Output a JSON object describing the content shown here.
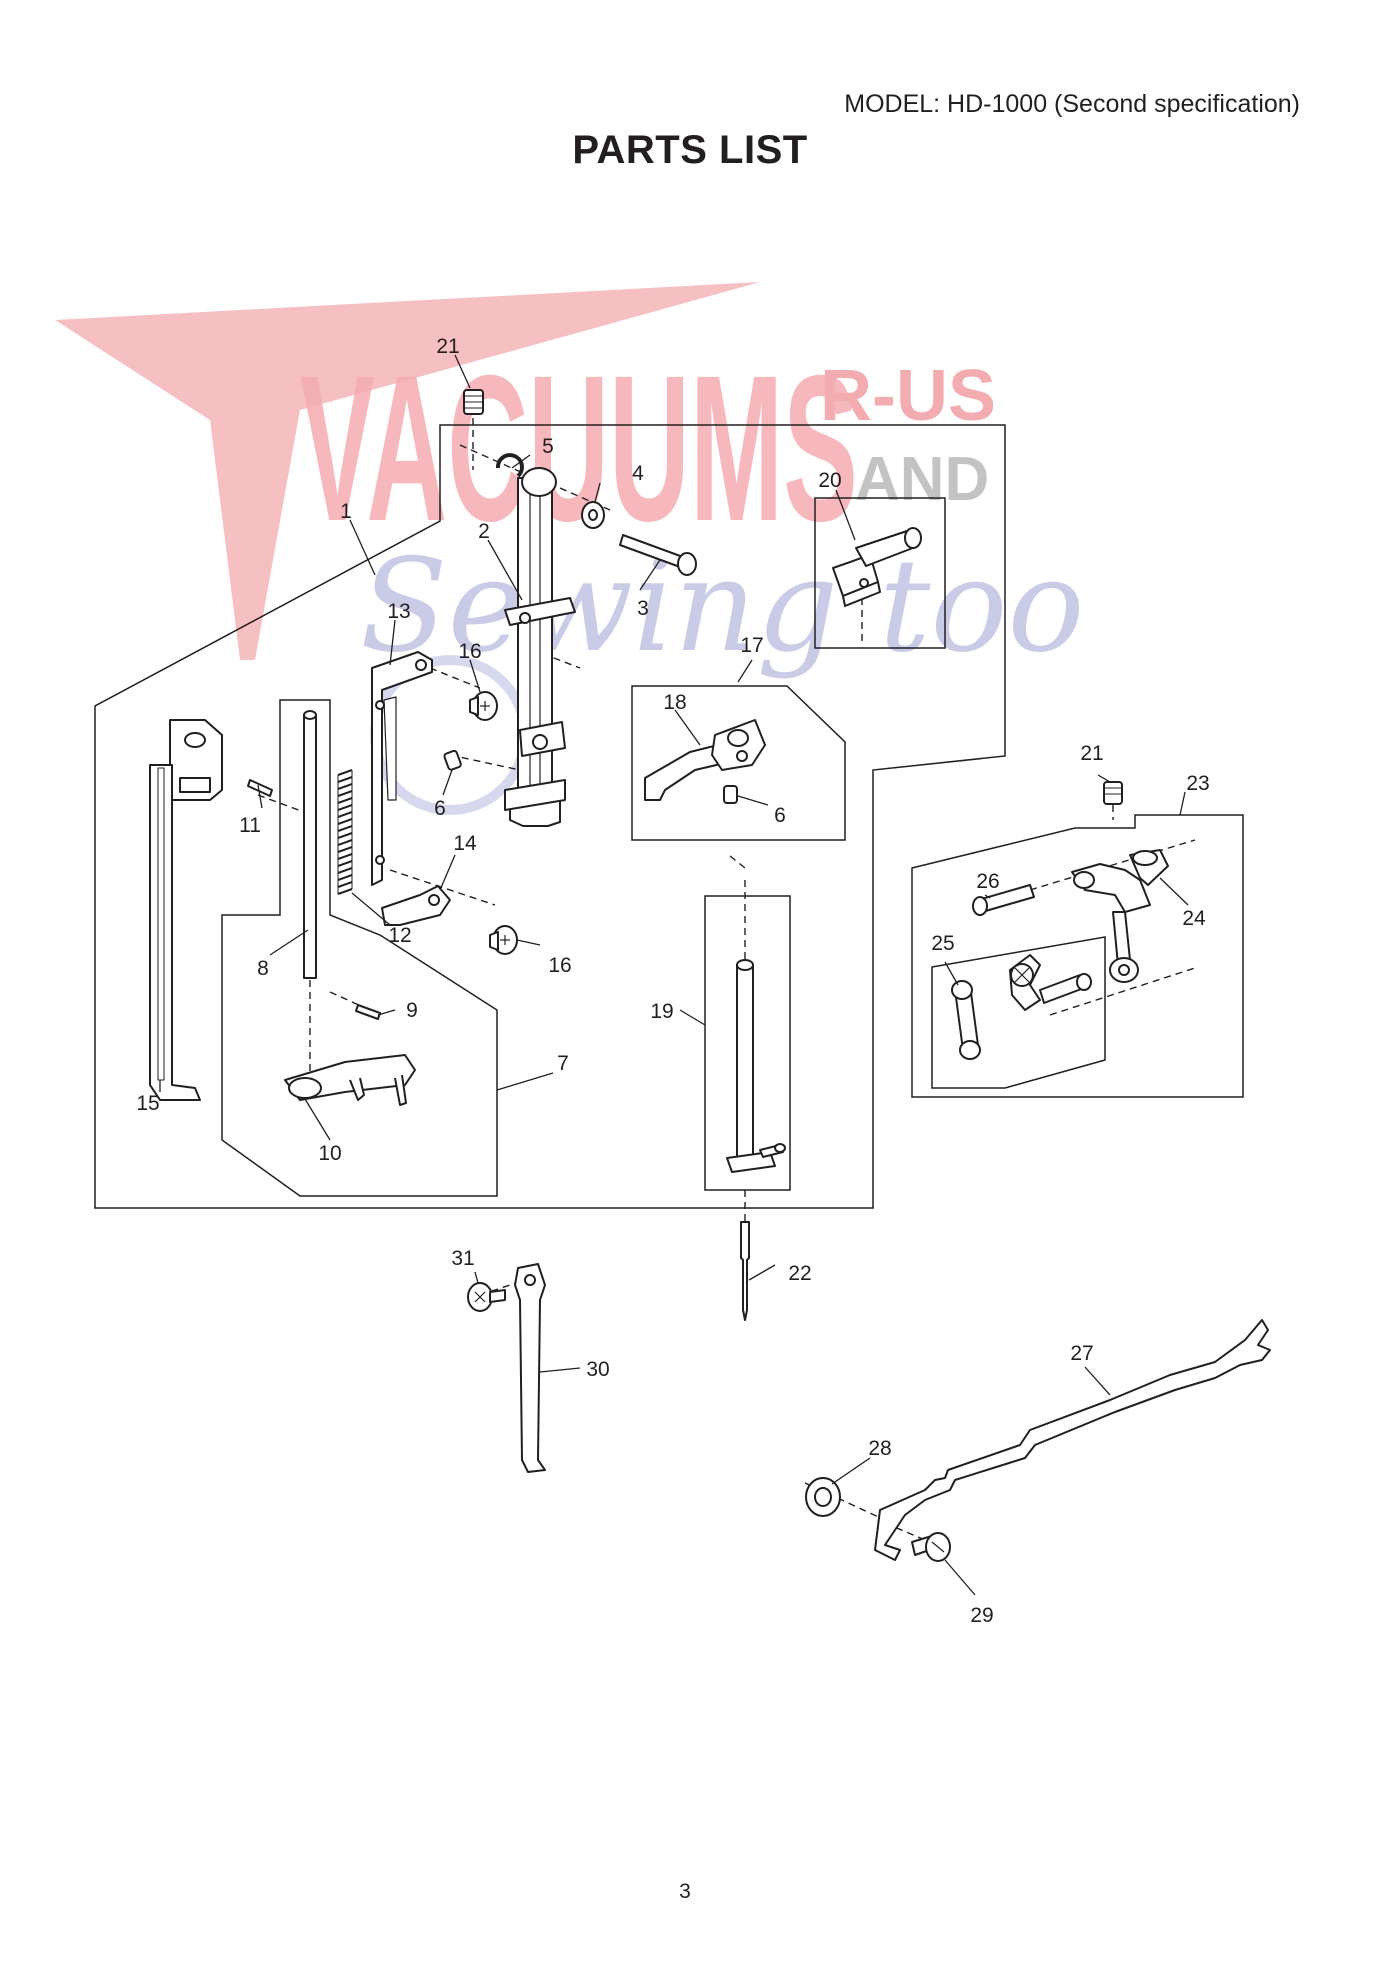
{
  "header": {
    "model": "MODEL: HD-1000 (Second specification)",
    "title": "PARTS LIST"
  },
  "watermark": {
    "line1": "VACUUMS",
    "line2": "R-US",
    "line3": "AND",
    "line4": "Sewing too",
    "colors": {
      "red": "#f2a3a8",
      "gray": "#b7b7b7",
      "blue": "#b9bde0"
    }
  },
  "callouts": [
    "21",
    "5",
    "4",
    "20",
    "1",
    "2",
    "3",
    "13",
    "16",
    "17",
    "18",
    "6",
    "11",
    "14",
    "12",
    "8",
    "9",
    "15",
    "10",
    "7",
    "16",
    "19",
    "6",
    "21",
    "23",
    "26",
    "24",
    "25",
    "22",
    "31",
    "30",
    "27",
    "28",
    "29"
  ],
  "footer": {
    "page_number": "3"
  }
}
